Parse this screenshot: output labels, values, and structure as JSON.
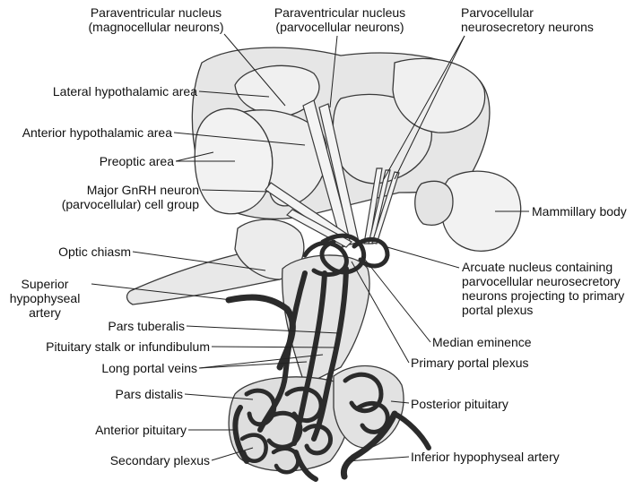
{
  "colors": {
    "tissue_fill": "#e6e6e6",
    "tissue_light": "#f2f2f2",
    "tissue_stroke": "#3a3a3a",
    "vessel": "#2b2b2b",
    "leader": "#222222",
    "text": "#111111"
  },
  "labels": {
    "pvn_magno_1": "Paraventricular nucleus",
    "pvn_magno_2": "(magnocellular neurons)",
    "pvn_parvo_1": "Paraventricular nucleus",
    "pvn_parvo_2": "(parvocellular neurons)",
    "parvo_neuro_1": "Parvocellular",
    "parvo_neuro_2": "neurosecretory neurons",
    "lateral_hypo": "Lateral hypothalamic area",
    "anterior_hypo": "Anterior hypothalamic area",
    "preoptic": "Preoptic area",
    "gnrh_1": "Major GnRH neuron",
    "gnrh_2": "(parvocellular) cell group",
    "mammillary": "Mammillary body",
    "optic_chiasm": "Optic chiasm",
    "sup_hyp_1": "Superior",
    "sup_hyp_2": "hypophyseal",
    "sup_hyp_3": "artery",
    "arcuate_1": "Arcuate nucleus containing",
    "arcuate_2": "parvocellular neurosecretory",
    "arcuate_3": "neurons projecting to primary",
    "arcuate_4": "portal plexus",
    "pars_tuberalis": "Pars tuberalis",
    "pit_stalk": "Pituitary stalk or infundibulum",
    "median_eminence": "Median eminence",
    "long_portal": "Long portal veins",
    "primary_plexus": "Primary portal plexus",
    "pars_distalis": "Pars distalis",
    "posterior_pit": "Posterior pituitary",
    "anterior_pit": "Anterior pituitary",
    "secondary_plexus": "Secondary plexus",
    "inf_hyp": "Inferior hypophyseal artery"
  }
}
